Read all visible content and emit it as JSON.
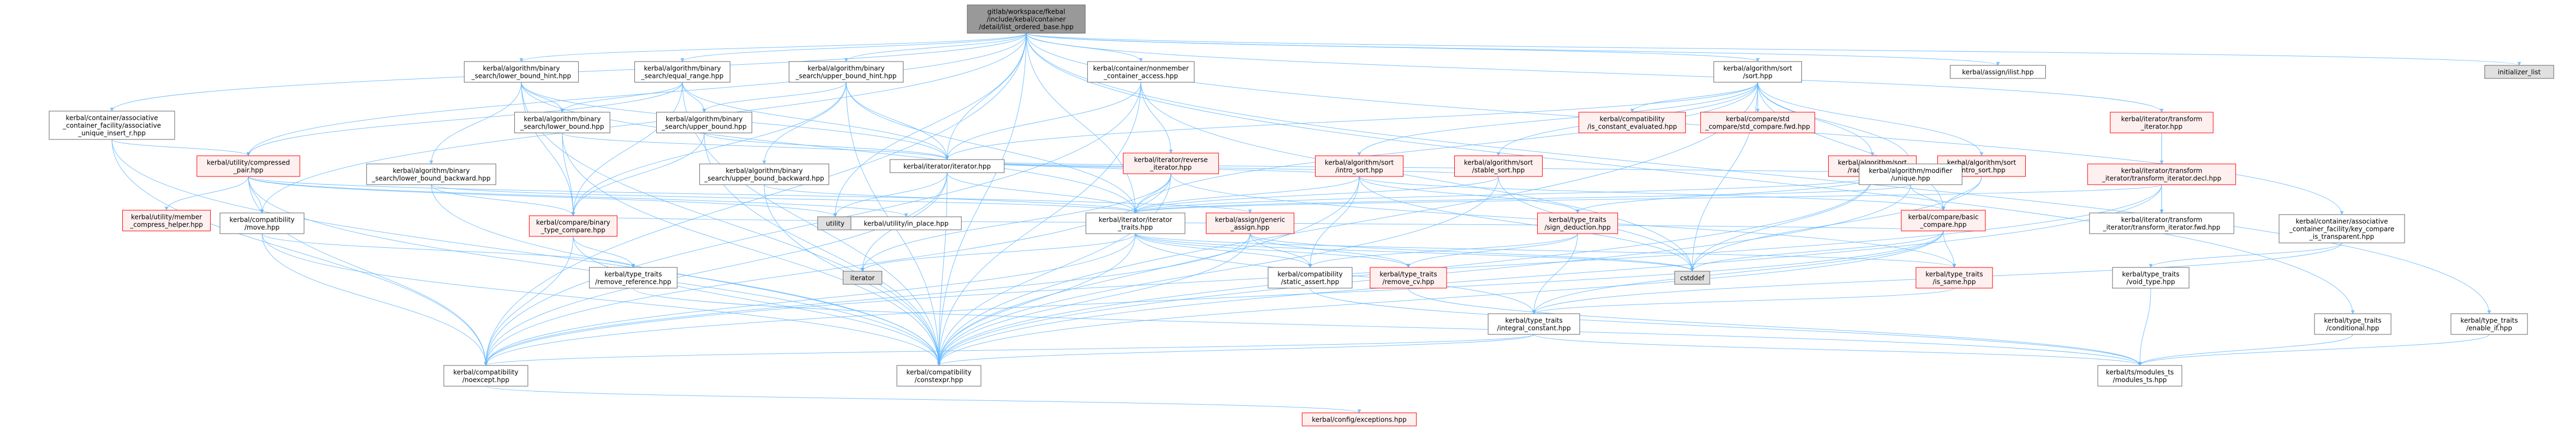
{
  "diagram": {
    "kind": "include dependency graph",
    "colors": {
      "edge": "#63b8ff",
      "node_normal_border": "#666666",
      "node_normal_fill": "#ffffff",
      "node_red_border": "#ff0000",
      "node_red_fill": "#fff0f0",
      "node_gray_fill": "#e0e0e0",
      "node_root_fill": "#999999",
      "node_root_border": "#666666"
    },
    "nodes": [
      {
        "id": "root",
        "lines": [
          "gitlab/workspace/fkebal",
          "/include/kebal/container",
          "/detail/list_ordered_base.hpp"
        ],
        "style": "root"
      },
      {
        "id": "lb_hint",
        "lines": [
          "kerbal/algorithm/binary",
          "_search/lower_bound_hint.hpp"
        ],
        "style": "normal"
      },
      {
        "id": "eq_range",
        "lines": [
          "kerbal/algorithm/binary",
          "_search/equal_range.hpp"
        ],
        "style": "normal"
      },
      {
        "id": "ub_hint",
        "lines": [
          "kerbal/algorithm/binary",
          "_search/upper_bound_hint.hpp"
        ],
        "style": "normal"
      },
      {
        "id": "nonmember",
        "lines": [
          "kerbal/container/nonmember",
          "_container_access.hpp"
        ],
        "style": "normal"
      },
      {
        "id": "sort",
        "lines": [
          "kerbal/algorithm/sort",
          "/sort.hpp"
        ],
        "style": "normal"
      },
      {
        "id": "assign_ilist",
        "lines": [
          "kerbal/assign/ilist.hpp"
        ],
        "style": "normal"
      },
      {
        "id": "iter_transform",
        "lines": [
          "kerbal/iterator/transform",
          "_iterator.hpp"
        ],
        "style": "red"
      },
      {
        "id": "init_list",
        "lines": [
          "initializer_list"
        ],
        "style": "gray"
      },
      {
        "id": "assoc_unique",
        "lines": [
          "kerbal/container/associative",
          "_container_facility/associative",
          "_unique_insert_r.hpp"
        ],
        "style": "normal"
      },
      {
        "id": "compressed_pair",
        "lines": [
          "kerbal/utility/compressed",
          "_pair.hpp"
        ],
        "style": "red"
      },
      {
        "id": "lower_bound",
        "lines": [
          "kerbal/algorithm/binary",
          "_search/lower_bound.hpp"
        ],
        "style": "normal"
      },
      {
        "id": "upper_bound",
        "lines": [
          "kerbal/algorithm/binary",
          "_search/upper_bound.hpp"
        ],
        "style": "normal"
      },
      {
        "id": "reverse_iter",
        "lines": [
          "kerbal/iterator/reverse",
          "_iterator.hpp"
        ],
        "style": "red"
      },
      {
        "id": "intro_sort",
        "lines": [
          "kerbal/algorithm/sort",
          "/intro_sort.hpp"
        ],
        "style": "red"
      },
      {
        "id": "stable_sort",
        "lines": [
          "kerbal/algorithm/sort",
          "/stable_sort.hpp"
        ],
        "style": "red"
      },
      {
        "id": "is_const_eval",
        "lines": [
          "kerbal/compatibility",
          "/is_constant_evaluated.hpp"
        ],
        "style": "red"
      },
      {
        "id": "std_compare_fwd",
        "lines": [
          "kerbal/compare/std",
          "_compare/std_compare.fwd.hpp"
        ],
        "style": "red"
      },
      {
        "id": "radix_sort",
        "lines": [
          "kerbal/algorithm/sort",
          "/radix_sort.hpp"
        ],
        "style": "red"
      },
      {
        "id": "introsort2",
        "lines": [
          "kerbal/algorithm/sort",
          "/intro_sort.hpp"
        ],
        "style": "red"
      },
      {
        "id": "transform_iter_decl",
        "lines": [
          "kerbal/iterator/transform",
          "_iterator/transform_iterator.decl.hpp"
        ],
        "style": "red"
      },
      {
        "id": "member_compress",
        "lines": [
          "kerbal/utility/member",
          "_compress_helper.hpp"
        ],
        "style": "red"
      },
      {
        "id": "lb_backward",
        "lines": [
          "kerbal/algorithm/binary",
          "_search/lower_bound_backward.hpp"
        ],
        "style": "normal"
      },
      {
        "id": "iterator_hpp",
        "lines": [
          "kerbal/iterator/iterator.hpp"
        ],
        "style": "normal"
      },
      {
        "id": "ub_backward",
        "lines": [
          "kerbal/algorithm/binary",
          "_search/upper_bound_backward.hpp"
        ],
        "style": "normal"
      },
      {
        "id": "utility",
        "lines": [
          "utility"
        ],
        "style": "gray"
      },
      {
        "id": "in_place",
        "lines": [
          "kerbal/utility/in_place.hpp"
        ],
        "style": "normal"
      },
      {
        "id": "modifier_unique",
        "lines": [
          "kerbal/algorithm/modifier",
          "/unique.hpp"
        ],
        "style": "normal"
      },
      {
        "id": "transform_fwd",
        "lines": [
          "kerbal/iterator/transform",
          "_iterator/transform_iterator.fwd.hpp"
        ],
        "style": "normal"
      },
      {
        "id": "move",
        "lines": [
          "kerbal/compatibility",
          "/move.hpp"
        ],
        "style": "normal"
      },
      {
        "id": "binary_type_compare",
        "lines": [
          "kerbal/compare/binary",
          "_type_compare.hpp"
        ],
        "style": "red"
      },
      {
        "id": "iterator_traits",
        "lines": [
          "kerbal/iterator/iterator",
          "_traits.hpp"
        ],
        "style": "normal"
      },
      {
        "id": "generic_assign",
        "lines": [
          "kerbal/assign/generic",
          "_assign.hpp"
        ],
        "style": "red"
      },
      {
        "id": "sign_deduction",
        "lines": [
          "kerbal/type_traits",
          "/sign_deduction.hpp"
        ],
        "style": "red"
      },
      {
        "id": "basic_compare",
        "lines": [
          "kerbal/compare/basic",
          "_compare.hpp"
        ],
        "style": "red"
      },
      {
        "id": "key_compare",
        "lines": [
          "kerbal/container/associative",
          "_container_facility/key_compare",
          "_is_transparent.hpp"
        ],
        "style": "normal"
      },
      {
        "id": "iterator_std",
        "lines": [
          "iterator"
        ],
        "style": "gray"
      },
      {
        "id": "remove_reference",
        "lines": [
          "kerbal/type_traits",
          "/remove_reference.hpp"
        ],
        "style": "normal"
      },
      {
        "id": "static_assert",
        "lines": [
          "kerbal/compatibility",
          "/static_assert.hpp"
        ],
        "style": "normal"
      },
      {
        "id": "remove_cv",
        "lines": [
          "kerbal/type_traits",
          "/remove_cv.hpp"
        ],
        "style": "red"
      },
      {
        "id": "cstddef",
        "lines": [
          "cstddef"
        ],
        "style": "gray"
      },
      {
        "id": "is_same",
        "lines": [
          "kerbal/type_traits",
          "/is_same.hpp"
        ],
        "style": "red"
      },
      {
        "id": "void_type",
        "lines": [
          "kerbal/type_traits",
          "/void_type.hpp"
        ],
        "style": "normal"
      },
      {
        "id": "integral_constant",
        "lines": [
          "kerbal/type_traits",
          "/integral_constant.hpp"
        ],
        "style": "normal"
      },
      {
        "id": "conditional",
        "lines": [
          "kerbal/type_traits",
          "/conditional.hpp"
        ],
        "style": "normal"
      },
      {
        "id": "enable_if",
        "lines": [
          "kerbal/type_traits",
          "/enable_if.hpp"
        ],
        "style": "normal"
      },
      {
        "id": "noexcept",
        "lines": [
          "kerbal/compatibility",
          "/noexcept.hpp"
        ],
        "style": "normal"
      },
      {
        "id": "constexpr",
        "lines": [
          "kerbal/compatibility",
          "/constexpr.hpp"
        ],
        "style": "normal"
      },
      {
        "id": "ts_modules",
        "lines": [
          "kerbal/ts/modules_ts",
          "/modules_ts.hpp"
        ],
        "style": "normal"
      },
      {
        "id": "config_exceptions",
        "lines": [
          "kerbal/config/exceptions.hpp"
        ],
        "style": "red"
      }
    ],
    "edges": [
      [
        "root",
        "lb_hint"
      ],
      [
        "root",
        "eq_range"
      ],
      [
        "root",
        "ub_hint"
      ],
      [
        "root",
        "nonmember"
      ],
      [
        "root",
        "sort"
      ],
      [
        "root",
        "assign_ilist"
      ],
      [
        "root",
        "iter_transform"
      ],
      [
        "root",
        "init_list"
      ],
      [
        "root",
        "assoc_unique"
      ],
      [
        "root",
        "compressed_pair"
      ],
      [
        "root",
        "iterator_hpp"
      ],
      [
        "root",
        "move"
      ],
      [
        "root",
        "noexcept"
      ],
      [
        "root",
        "constexpr"
      ],
      [
        "root",
        "key_compare"
      ],
      [
        "root",
        "conditional"
      ],
      [
        "root",
        "enable_if"
      ],
      [
        "root",
        "utility"
      ],
      [
        "root",
        "iterator_traits"
      ],
      [
        "lb_hint",
        "lower_bound"
      ],
      [
        "lb_hint",
        "lb_backward"
      ],
      [
        "lb_hint",
        "iterator_hpp"
      ],
      [
        "lb_hint",
        "binary_type_compare"
      ],
      [
        "lb_hint",
        "constexpr"
      ],
      [
        "lb_hint",
        "iterator_traits"
      ],
      [
        "eq_range",
        "lower_bound"
      ],
      [
        "eq_range",
        "upper_bound"
      ],
      [
        "eq_range",
        "compressed_pair"
      ],
      [
        "eq_range",
        "iterator_hpp"
      ],
      [
        "eq_range",
        "binary_type_compare"
      ],
      [
        "eq_range",
        "constexpr"
      ],
      [
        "ub_hint",
        "upper_bound"
      ],
      [
        "ub_hint",
        "ub_backward"
      ],
      [
        "ub_hint",
        "iterator_hpp"
      ],
      [
        "ub_hint",
        "binary_type_compare"
      ],
      [
        "ub_hint",
        "constexpr"
      ],
      [
        "ub_hint",
        "iterator_traits"
      ],
      [
        "nonmember",
        "reverse_iter"
      ],
      [
        "nonmember",
        "iterator_hpp"
      ],
      [
        "nonmember",
        "constexpr"
      ],
      [
        "nonmember",
        "noexcept"
      ],
      [
        "nonmember",
        "cstddef"
      ],
      [
        "sort",
        "intro_sort"
      ],
      [
        "sort",
        "stable_sort"
      ],
      [
        "sort",
        "is_const_eval"
      ],
      [
        "sort",
        "std_compare_fwd"
      ],
      [
        "sort",
        "radix_sort"
      ],
      [
        "sort",
        "introsort2"
      ],
      [
        "sort",
        "iterator_hpp"
      ],
      [
        "sort",
        "iterator_traits"
      ],
      [
        "sort",
        "basic_compare"
      ],
      [
        "sort",
        "constexpr"
      ],
      [
        "sort",
        "cstddef"
      ],
      [
        "sort",
        "modifier_unique"
      ],
      [
        "iter_transform",
        "transform_iter_decl"
      ],
      [
        "iter_transform",
        "transform_fwd"
      ],
      [
        "transform_iter_decl",
        "iterator_traits"
      ],
      [
        "transform_iter_decl",
        "transform_fwd"
      ],
      [
        "transform_iter_decl",
        "constexpr"
      ],
      [
        "transform_iter_decl",
        "noexcept"
      ],
      [
        "assoc_unique",
        "compressed_pair"
      ],
      [
        "assoc_unique",
        "noexcept"
      ],
      [
        "assoc_unique",
        "constexpr"
      ],
      [
        "compressed_pair",
        "member_compress"
      ],
      [
        "compressed_pair",
        "in_place"
      ],
      [
        "compressed_pair",
        "move"
      ],
      [
        "compressed_pair",
        "generic_assign"
      ],
      [
        "compressed_pair",
        "constexpr"
      ],
      [
        "compressed_pair",
        "noexcept"
      ],
      [
        "compressed_pair",
        "utility"
      ],
      [
        "lower_bound",
        "iterator_hpp"
      ],
      [
        "lower_bound",
        "binary_type_compare"
      ],
      [
        "lower_bound",
        "constexpr"
      ],
      [
        "upper_bound",
        "iterator_hpp"
      ],
      [
        "upper_bound",
        "binary_type_compare"
      ],
      [
        "upper_bound",
        "constexpr"
      ],
      [
        "reverse_iter",
        "iterator_hpp"
      ],
      [
        "reverse_iter",
        "iterator_traits"
      ],
      [
        "reverse_iter",
        "constexpr"
      ],
      [
        "reverse_iter",
        "noexcept"
      ],
      [
        "reverse_iter",
        "iterator_std"
      ],
      [
        "reverse_iter",
        "is_same"
      ],
      [
        "intro_sort",
        "iterator_hpp"
      ],
      [
        "intro_sort",
        "iterator_traits"
      ],
      [
        "intro_sort",
        "sign_deduction"
      ],
      [
        "intro_sort",
        "basic_compare"
      ],
      [
        "intro_sort",
        "constexpr"
      ],
      [
        "intro_sort",
        "cstddef"
      ],
      [
        "intro_sort",
        "static_assert"
      ],
      [
        "stable_sort",
        "iterator_hpp"
      ],
      [
        "stable_sort",
        "iterator_traits"
      ],
      [
        "stable_sort",
        "constexpr"
      ],
      [
        "stable_sort",
        "cstddef"
      ],
      [
        "radix_sort",
        "iterator_traits"
      ],
      [
        "radix_sort",
        "sign_deduction"
      ],
      [
        "radix_sort",
        "cstddef"
      ],
      [
        "radix_sort",
        "constexpr"
      ],
      [
        "introsort2",
        "iterator_hpp"
      ],
      [
        "introsort2",
        "basic_compare"
      ],
      [
        "introsort2",
        "cstddef"
      ],
      [
        "lb_backward",
        "iterator_traits"
      ],
      [
        "lb_backward",
        "constexpr"
      ],
      [
        "lb_backward",
        "binary_type_compare"
      ],
      [
        "ub_backward",
        "iterator_traits"
      ],
      [
        "ub_backward",
        "constexpr"
      ],
      [
        "iterator_hpp",
        "iterator_traits"
      ],
      [
        "iterator_hpp",
        "constexpr"
      ],
      [
        "iterator_hpp",
        "noexcept"
      ],
      [
        "iterator_hpp",
        "iterator_std"
      ],
      [
        "iterator_hpp",
        "utility"
      ],
      [
        "modifier_unique",
        "iterator_traits"
      ],
      [
        "modifier_unique",
        "basic_compare"
      ],
      [
        "modifier_unique",
        "constexpr"
      ],
      [
        "move",
        "remove_reference"
      ],
      [
        "move",
        "constexpr"
      ],
      [
        "move",
        "noexcept"
      ],
      [
        "binary_type_compare",
        "remove_reference"
      ],
      [
        "binary_type_compare",
        "basic_compare"
      ],
      [
        "binary_type_compare",
        "constexpr"
      ],
      [
        "binary_type_compare",
        "noexcept"
      ],
      [
        "iterator_traits",
        "static_assert"
      ],
      [
        "iterator_traits",
        "integral_constant"
      ],
      [
        "iterator_traits",
        "is_same"
      ],
      [
        "iterator_traits",
        "constexpr"
      ],
      [
        "iterator_traits",
        "noexcept"
      ],
      [
        "iterator_traits",
        "cstddef"
      ],
      [
        "iterator_traits",
        "iterator_std"
      ],
      [
        "iterator_traits",
        "remove_cv"
      ],
      [
        "generic_assign",
        "static_assert"
      ],
      [
        "generic_assign",
        "remove_cv"
      ],
      [
        "generic_assign",
        "constexpr"
      ],
      [
        "generic_assign",
        "noexcept"
      ],
      [
        "generic_assign",
        "cstddef"
      ],
      [
        "sign_deduction",
        "integral_constant"
      ],
      [
        "sign_deduction",
        "static_assert"
      ],
      [
        "sign_deduction",
        "remove_cv"
      ],
      [
        "basic_compare",
        "is_same"
      ],
      [
        "basic_compare",
        "integral_constant"
      ],
      [
        "basic_compare",
        "constexpr"
      ],
      [
        "basic_compare",
        "noexcept"
      ],
      [
        "basic_compare",
        "cstddef"
      ],
      [
        "key_compare",
        "void_type"
      ],
      [
        "key_compare",
        "integral_constant"
      ],
      [
        "remove_reference",
        "ts_modules"
      ],
      [
        "static_assert",
        "ts_modules"
      ],
      [
        "remove_cv",
        "ts_modules"
      ],
      [
        "is_same",
        "integral_constant"
      ],
      [
        "void_type",
        "ts_modules"
      ],
      [
        "integral_constant",
        "ts_modules"
      ],
      [
        "integral_constant",
        "constexpr"
      ],
      [
        "integral_constant",
        "noexcept"
      ],
      [
        "conditional",
        "ts_modules"
      ],
      [
        "enable_if",
        "ts_modules"
      ],
      [
        "noexcept",
        "config_exceptions"
      ]
    ]
  }
}
